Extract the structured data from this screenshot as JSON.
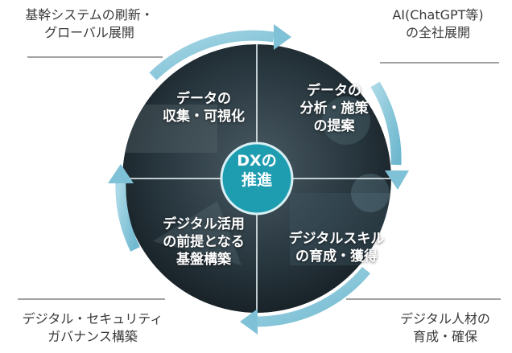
{
  "corners": {
    "top_left": [
      "基幹システムの刷新・",
      "グローバル展開"
    ],
    "top_right": [
      "AI(ChatGPT等)",
      "の全社展開"
    ],
    "bottom_left": [
      "デジタル・セキュリティ",
      "ガバナンス構築"
    ],
    "bottom_right": [
      "デジタル人材の",
      "育成・確保"
    ]
  },
  "quadrants": {
    "top_left": [
      "データの",
      "収集・可視化"
    ],
    "top_right": [
      "データの",
      "分析・施策",
      "の提案"
    ],
    "bottom_left": [
      "デジタル活用",
      "の前提となる",
      "基盤構築"
    ],
    "bottom_right": [
      "デジタルスキル",
      "の育成・獲得"
    ]
  },
  "center": [
    "DXの",
    "推進"
  ],
  "colors": {
    "arrow": "#8ec9dc",
    "center_fill": "#1e9db0",
    "photo_dark": "#1b2a33"
  }
}
